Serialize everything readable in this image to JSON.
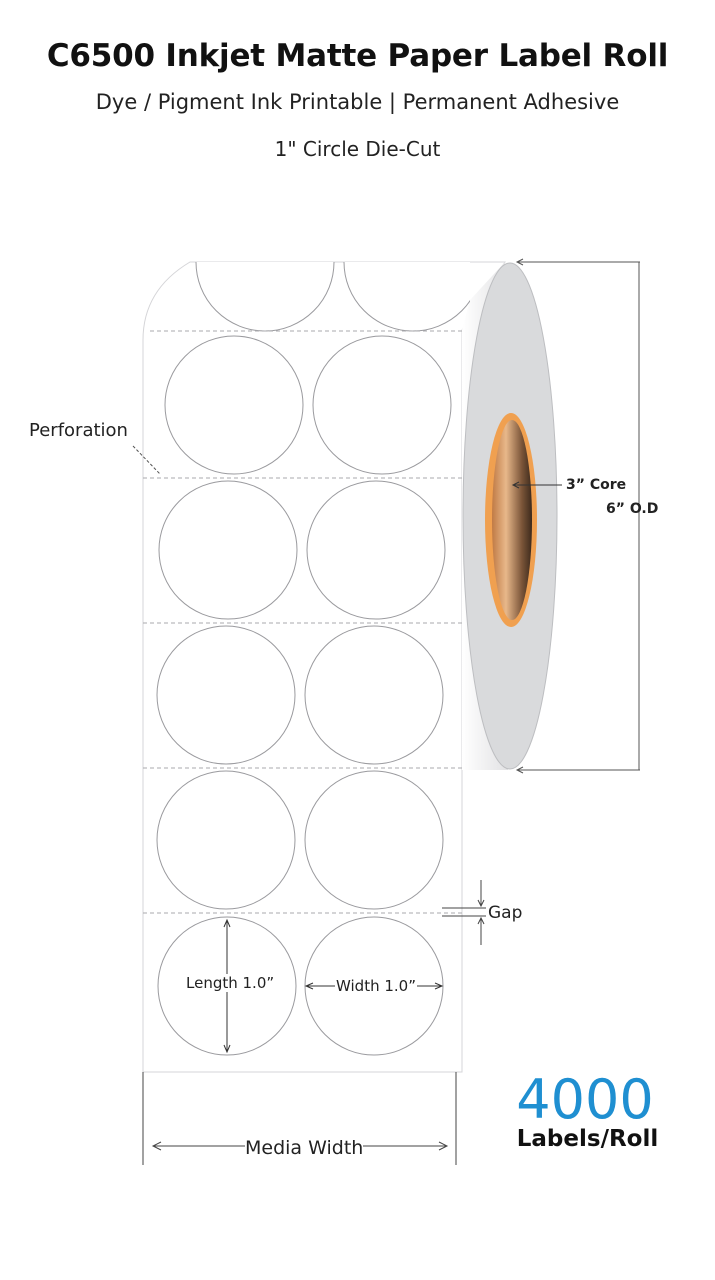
{
  "title": "C6500 Inkjet Matte Paper Label Roll",
  "subtitle": "Dye / Pigment Ink Printable | Permanent Adhesive",
  "shape_line": "1\" Circle Die-Cut",
  "labels": {
    "perforation": "Perforation",
    "core": "3” Core",
    "outer_diameter": "6” O.D",
    "gap": "Gap",
    "length": "Length 1.0”",
    "width": "Width 1.0”",
    "media_width": "Media Width"
  },
  "quantity": {
    "count": "4000",
    "unit": "Labels/Roll"
  },
  "colors": {
    "accent_blue": "#1f8fd1",
    "core_orange": "#f0a050"
  }
}
